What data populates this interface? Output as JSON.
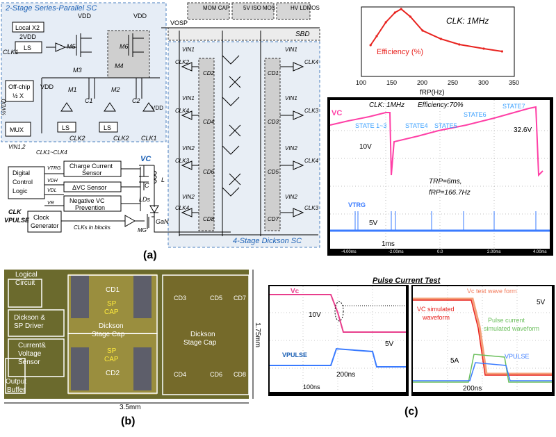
{
  "panel_a": {
    "label": "(a)",
    "sp_title": "2-Stage Series-Parallel SC",
    "dickson_title": "4-Stage Dickson SC",
    "legend": {
      "mom": "MOM CAP",
      "iso": "5V ISO MOS",
      "ldmos": "HV LDMOS"
    },
    "sbd": "SBD",
    "vosp": "VOSP",
    "local": "Local X2",
    "ls": "LS",
    "two_vdd": "2VDD",
    "clk1": "CLK1",
    "clk2": "CLK2",
    "vdd": "VDD",
    "offchip": "Off-chip",
    "half_x": "½ X",
    "mux": "MUX",
    "vin12": "VIN1,2",
    "half_vdd": "½VDD",
    "clk_range": "CLK1~CLK4",
    "digital": [
      "Digital",
      "Control",
      "Logic"
    ],
    "vtrg": "VTRG",
    "vdh": "VDH",
    "vdl": "VDL",
    "vr": "VR",
    "sensor1": [
      "Charge Current",
      "Sensor"
    ],
    "sensor2": "ΔVC Sensor",
    "sensor3": [
      "Negative VC",
      "Prevention"
    ],
    "clockgen": [
      "Clock",
      "Generator"
    ],
    "clk_in": "CLK",
    "vpulse": "VPULSE",
    "clks_blocks": "CLKs in blocks",
    "vc": "VC",
    "cap_c": "C",
    "ind_l": "L",
    "leds": "LDs",
    "gan": "GaN",
    "mg": "MG",
    "m1": "M1",
    "m2": "M2",
    "m3": "M3",
    "m4": "M4",
    "m5": "M5",
    "m6": "M6",
    "c1": "C1",
    "c2": "C2",
    "dickson_caps_left": [
      "CD2",
      "CD4",
      "CD6",
      "CD8"
    ],
    "dickson_caps_right": [
      "CD1",
      "CD3",
      "CD5",
      "CD7"
    ],
    "dickson_clk_left": [
      "CLK2",
      "CLK4",
      "CLK3",
      "CLK4"
    ],
    "dickson_clk_right": [
      "CLK4",
      "CLK3",
      "CLK4",
      "CLK3"
    ],
    "vin_left": [
      "VIN1",
      "VIN1",
      "VIN2",
      "VIN2"
    ],
    "vin_right": [
      "VIN1",
      "VIN1",
      "VIN2",
      "VIN2"
    ]
  },
  "efficiency_chart": {
    "clk_label": "CLK: 1MHz",
    "series_label": "Efficiency (%)",
    "xlabel": "fRP(Hz)",
    "colors": {
      "line": "#e8231f"
    }
  },
  "chart_data": {
    "type": "line",
    "title": "CLK: 1MHz",
    "xlabel": "fRP(Hz)",
    "ylabel": "",
    "x": [
      115,
      125,
      140,
      155,
      165,
      180,
      200,
      230,
      260,
      300,
      330
    ],
    "series": [
      {
        "name": "Efficiency (%)",
        "values": [
          0.45,
          0.58,
          0.78,
          0.92,
          0.97,
          0.86,
          0.66,
          0.54,
          0.46,
          0.4,
          0.36
        ]
      }
    ],
    "xticks": [
      100,
      150,
      200,
      250,
      300,
      350
    ],
    "xlim": [
      100,
      350
    ],
    "grid": false
  },
  "scope1": {
    "header": "CLK: 1MHz",
    "efficiency": "Efficiency:70%",
    "vc": "VC",
    "states": [
      "STATE 1~3",
      "STATE4",
      "STATE5",
      "STATE6",
      "STATE7"
    ],
    "v_out": "32.6V",
    "scale_10v": "10V",
    "trp": "TRP=6ms,",
    "frp": "fRP=166.7Hz",
    "vtrg": "VTRG",
    "scale_5v": "5V",
    "time_1ms": "1ms",
    "axis_ticks": [
      "-4.00ms",
      "-2.00ms",
      "0.0",
      "2.00ms",
      "4.00ms"
    ],
    "colors": {
      "vc": "#ff3fa6",
      "vtrg": "#3a7bff",
      "state": "#3aa0ff"
    }
  },
  "panel_b": {
    "label": "(b)",
    "logical": [
      "Logical",
      "Circuit"
    ],
    "driver": [
      "Dickson &",
      "SP Driver"
    ],
    "sensor": [
      "Current&",
      "Voltage",
      "Sensor"
    ],
    "output": [
      "Output",
      "Buffer"
    ],
    "cd1": "CD1",
    "cd2": "CD2",
    "sp_cap": [
      "SP",
      "CAP"
    ],
    "dickson_stage_cap_mid": [
      "Dickson",
      "Stage Cap"
    ],
    "dickson_stage_cap_big": [
      "Dickson",
      "Stage Cap"
    ],
    "cd3": "CD3",
    "cd4": "CD4",
    "cd5": "CD5",
    "cd6": "CD6",
    "cd7": "CD7",
    "cd8": "CD8",
    "width": "3.5mm",
    "height": "1.75mm"
  },
  "panel_c": {
    "label": "(c)",
    "title": "Pulse Current Test",
    "vc": "Vc",
    "scale_10v": "10V",
    "scale_5v": "5V",
    "vpulse": "VPULSE",
    "t200": "200ns",
    "t100": "100ns",
    "r_vc_test": "Vc test wave form",
    "r_vc_sim": [
      "VC simulated",
      "waveform"
    ],
    "r_pulse_sim": [
      "Pulse current",
      "simulated waveform"
    ],
    "r_vpulse": "VPULSE",
    "r_5v": "5V",
    "r_5a": "5A",
    "r_200ns": "200ns"
  }
}
